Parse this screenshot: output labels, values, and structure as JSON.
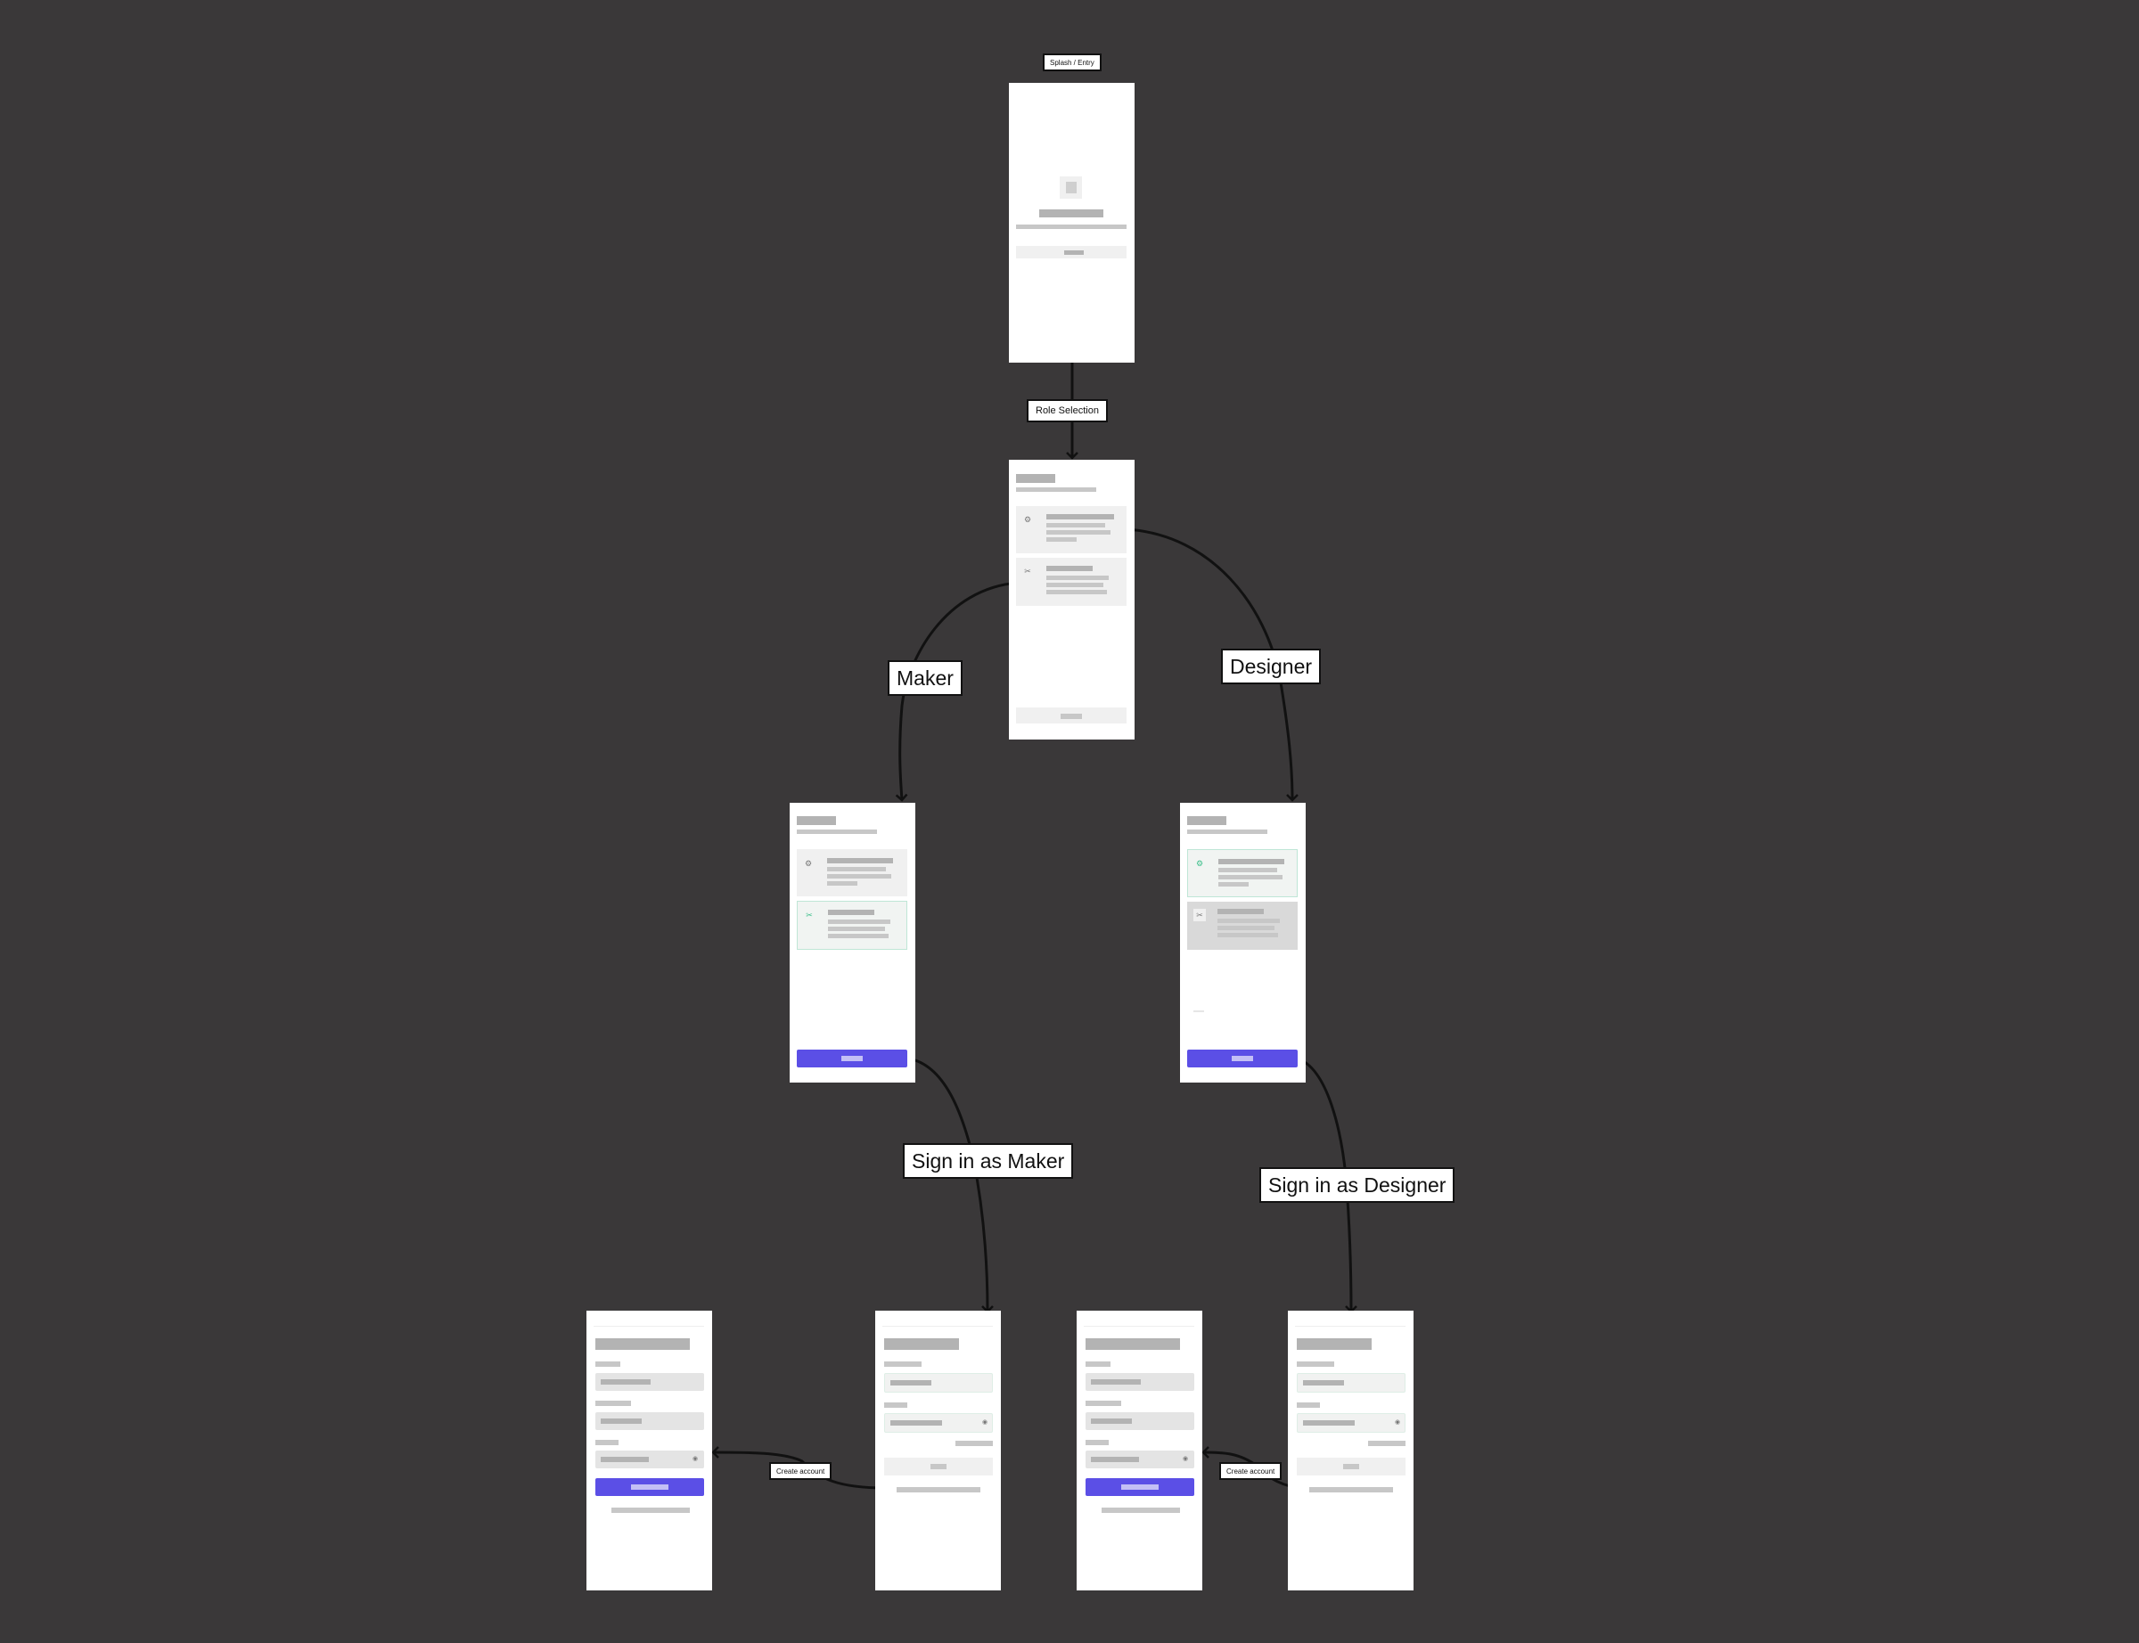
{
  "diagram": {
    "title": "",
    "background": "#3a3839",
    "labels": {
      "splash": "Splash / Entry",
      "role_selection": "Role Selection",
      "maker": "Maker",
      "designer": "Designer",
      "sign_in_maker": "Sign in as Maker",
      "sign_in_designer": "Sign in as Designer",
      "create_account_maker": "Create account",
      "create_account_designer": "Create account"
    },
    "screens": [
      "splash-screen",
      "role-selection-screen",
      "maker-selected-screen",
      "designer-selected-screen",
      "maker-create-account-screen",
      "maker-sign-in-screen",
      "designer-create-account-screen",
      "designer-sign-in-screen"
    ],
    "icons": {
      "maker_role": "tool-icon",
      "designer_role": "scissors-icon",
      "password_toggle": "eye-icon"
    },
    "colors": {
      "accent": "#5b4fe6",
      "selected_outline": "#bfe6d6",
      "connector": "#111111",
      "frame": "#ffffff"
    }
  }
}
